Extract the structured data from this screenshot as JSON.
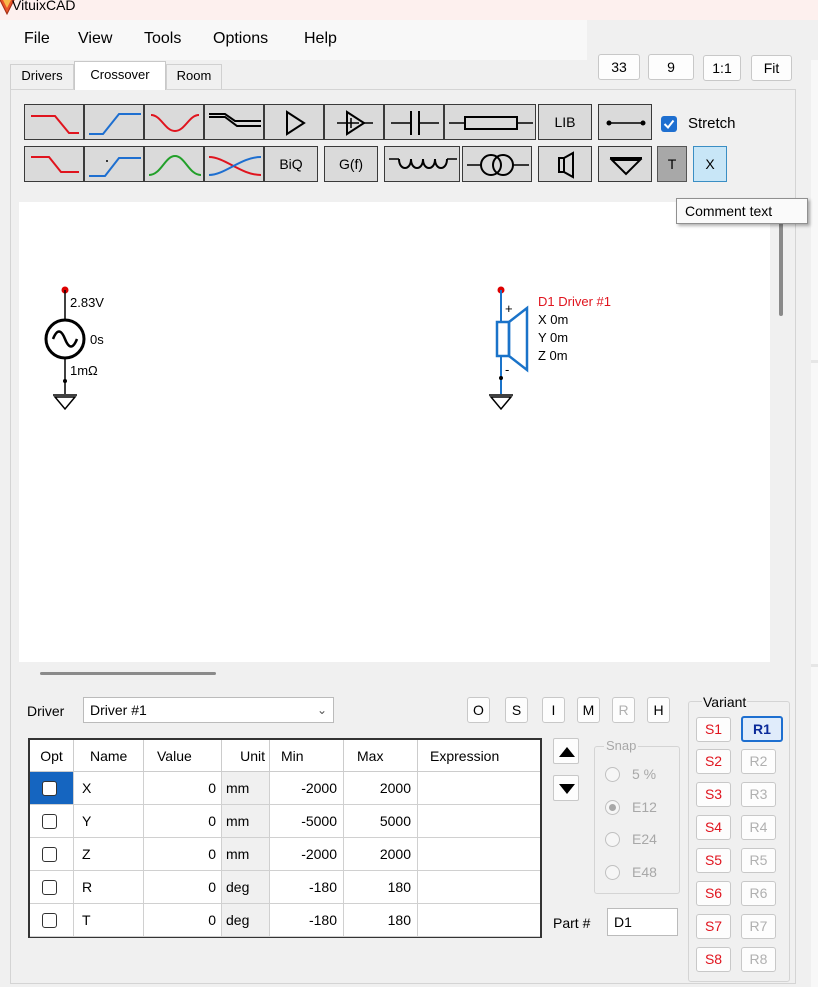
{
  "app": {
    "title": "VituixCAD"
  },
  "menu": [
    "File",
    "View",
    "Tools",
    "Options",
    "Help"
  ],
  "zoom": {
    "b33": "33",
    "b9": "9",
    "one_to_one": "1:1",
    "fit": "Fit"
  },
  "tabs": [
    "Drivers",
    "Crossover",
    "Room"
  ],
  "toolbar": {
    "lib": "LIB",
    "biq": "BiQ",
    "gf": "G(f)",
    "t": "T",
    "x": "X",
    "stretch_label": "Stretch",
    "tooltip": "Comment text"
  },
  "icon_names": {
    "row1": [
      "lowpass-red-icon",
      "highpass-blue-icon",
      "notch-red-icon",
      "shelf-icon",
      "buffer-icon",
      "opamp-icon",
      "capacitor-icon",
      "resistor-icon",
      "lib-button",
      "wire-icon",
      "stretch-checkbox"
    ],
    "row2": [
      "lowpass-red-2-icon",
      "highpass-blue-2-icon",
      "bandpass-green-icon",
      "crossover-icon",
      "biq-button",
      "gf-button",
      "inductor-icon",
      "transformer-icon",
      "speaker-icon",
      "ground-icon",
      "t-button",
      "x-button"
    ]
  },
  "schematic": {
    "source": {
      "voltage": "2.83V",
      "delay": "0s",
      "impedance": "1mΩ"
    },
    "driver": {
      "name": "D1 Driver #1",
      "x": "X 0m",
      "y": "Y 0m",
      "z": "Z 0m",
      "plus": "+",
      "minus": "-"
    }
  },
  "driver_panel": {
    "label": "Driver",
    "selected": "Driver #1",
    "mode_buttons": [
      "O",
      "S",
      "I",
      "M",
      "R",
      "H"
    ]
  },
  "table": {
    "headers": [
      "Opt",
      "Name",
      "Value",
      "Unit",
      "Min",
      "Max",
      "Expression"
    ],
    "rows": [
      {
        "name": "X",
        "value": "0",
        "unit": "mm",
        "min": "-2000",
        "max": "2000",
        "expr": ""
      },
      {
        "name": "Y",
        "value": "0",
        "unit": "mm",
        "min": "-5000",
        "max": "5000",
        "expr": ""
      },
      {
        "name": "Z",
        "value": "0",
        "unit": "mm",
        "min": "-2000",
        "max": "2000",
        "expr": ""
      },
      {
        "name": "R",
        "value": "0",
        "unit": "deg",
        "min": "-180",
        "max": "180",
        "expr": ""
      },
      {
        "name": "T",
        "value": "0",
        "unit": "deg",
        "min": "-180",
        "max": "180",
        "expr": ""
      }
    ]
  },
  "snap": {
    "title": "Snap",
    "options": [
      "5 %",
      "E12",
      "E24",
      "E48"
    ],
    "selected": "E12"
  },
  "part": {
    "label": "Part #",
    "value": "D1"
  },
  "variant": {
    "title": "Variant",
    "s": [
      "S1",
      "S2",
      "S3",
      "S4",
      "S5",
      "S6",
      "S7",
      "S8"
    ],
    "r": [
      "R1",
      "R2",
      "R3",
      "R4",
      "R5",
      "R6",
      "R7",
      "R8"
    ],
    "active_r": "R1"
  },
  "colors": {
    "red": "#e0141e",
    "blue": "#1e6fd0",
    "green": "#22a02a",
    "schematic_blue": "#1a73c9",
    "toolbar_bg": "#dadada"
  }
}
